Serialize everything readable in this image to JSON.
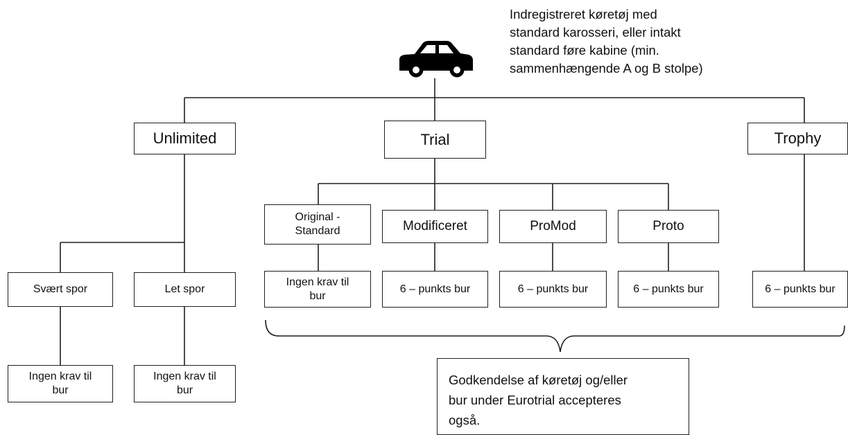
{
  "header": {
    "vehicle_icon": "car-icon",
    "vehicle_note": "Indregistreret køretøj med\nstandard karosseri, eller intakt\nstandard føre kabine (min.\nsammenhængende A og B stolpe)"
  },
  "classes": {
    "unlimited": "Unlimited",
    "trial": "Trial",
    "trophy": "Trophy"
  },
  "unlimited_tracks": {
    "heavy": "Svært spor",
    "light": "Let spor",
    "heavy_cage": "Ingen krav til\nbur",
    "light_cage": "Ingen krav til\nbur"
  },
  "trial_categories": {
    "original": "Original -\nStandard",
    "modified": "Modificeret",
    "promod": "ProMod",
    "proto": "Proto",
    "original_cage": "Ingen krav til\nbur",
    "modified_cage": "6 – punkts bur",
    "promod_cage": "6 – punkts bur",
    "proto_cage": "6 – punkts bur"
  },
  "trophy_cage": "6 – punkts bur",
  "footnote": "Godkendelse af køretøj og/eller\nbur under Eurotrial accepteres\nogså.",
  "colors": {
    "line": "#1f1f1f",
    "icon": "#000000"
  }
}
